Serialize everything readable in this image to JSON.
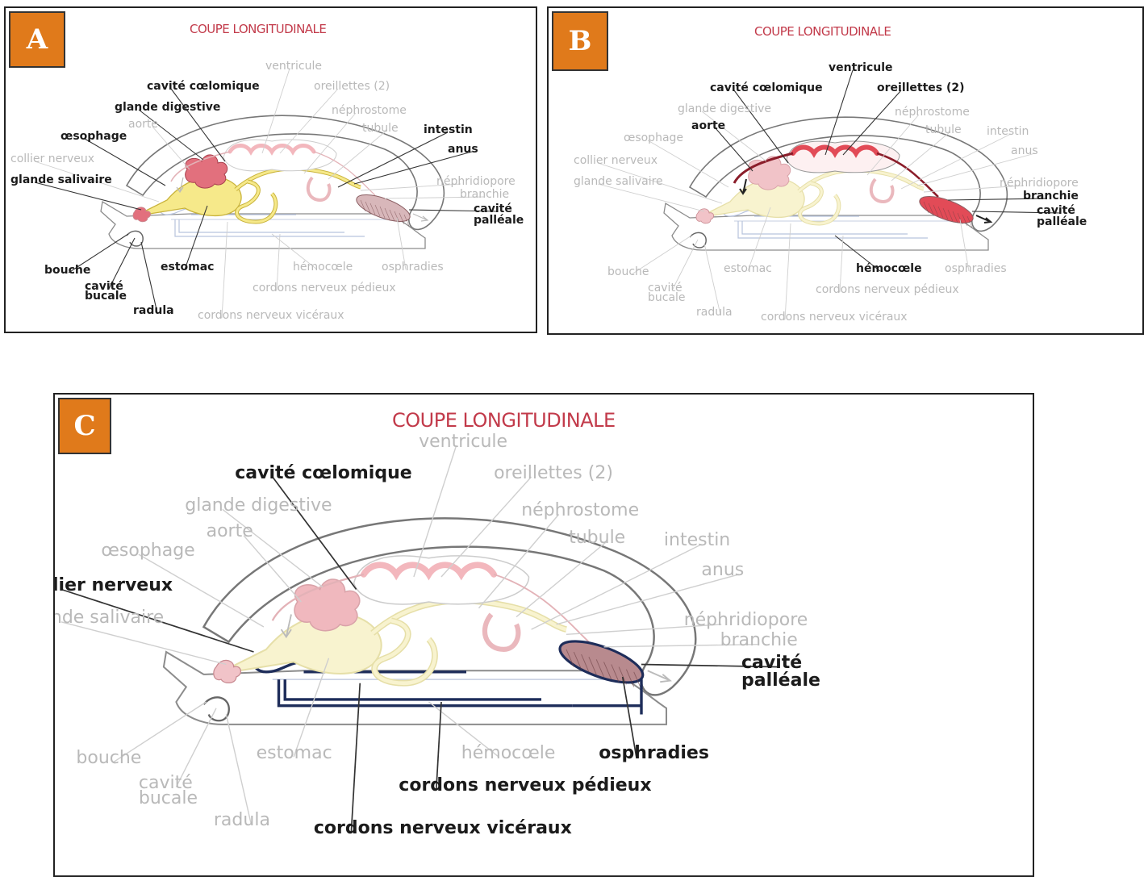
{
  "panels": [
    {
      "id": "A",
      "badge": "A",
      "title": "COUPE LONGITUDINALE",
      "labels": {
        "ventricule": "ventricule",
        "cavite_coelomique": "cavité cœlomique",
        "oreillettes": "oreillettes (2)",
        "glande_digestive": "glande digestive",
        "nephrostome": "néphrostome",
        "aorte": "aorte",
        "tubule": "tubule",
        "intestin": "intestin",
        "oesophage": "œsophage",
        "anus": "anus",
        "collier_nerveux": "collier nerveux",
        "glande_salivaire": "glande salivaire",
        "nephridiopore": "néphridiopore",
        "branchie": "branchie",
        "cavite_palleale_1": "cavité",
        "cavite_palleale_2": "palléale",
        "bouche": "bouche",
        "estomac": "estomac",
        "hemocoele": "hémocœle",
        "osphradies": "osphradies",
        "cavite_bucale_1": "cavité",
        "cavite_bucale_2": "bucale",
        "cordons_pedieux": "cordons nerveux pédieux",
        "radula": "radula",
        "cordons_visceraux": "cordons nerveux vicéraux"
      },
      "highlighted": [
        "cavite_coelomique",
        "glande_digestive",
        "intestin",
        "oesophage",
        "anus",
        "glande_salivaire",
        "cavite_palleale",
        "bouche",
        "estomac",
        "cavite_bucale",
        "radula"
      ]
    },
    {
      "id": "B",
      "badge": "B",
      "title": "COUPE LONGITUDINALE",
      "labels": {
        "ventricule": "ventricule",
        "cavite_coelomique": "cavité cœlomique",
        "oreillettes": "oreillettes (2)",
        "glande_digestive": "glande digestive",
        "nephrostome": "néphrostome",
        "aorte": "aorte",
        "tubule": "tubule",
        "intestin": "intestin",
        "oesophage": "œsophage",
        "anus": "anus",
        "collier_nerveux": "collier nerveux",
        "glande_salivaire": "glande salivaire",
        "nephridiopore": "néphridiopore",
        "branchie": "branchie",
        "cavite_palleale_1": "cavité",
        "cavite_palleale_2": "palléale",
        "bouche": "bouche",
        "estomac": "estomac",
        "hemocoele": "hémocœle",
        "osphradies": "osphradies",
        "cavite_bucale_1": "cavité",
        "cavite_bucale_2": "bucale",
        "cordons_pedieux": "cordons nerveux pédieux",
        "radula": "radula",
        "cordons_visceraux": "cordons nerveux vicéraux"
      },
      "highlighted": [
        "ventricule",
        "cavite_coelomique",
        "oreillettes",
        "aorte",
        "branchie",
        "cavite_palleale",
        "hemocoele"
      ]
    },
    {
      "id": "C",
      "badge": "C",
      "title": "COUPE LONGITUDINALE",
      "labels": {
        "ventricule": "ventricule",
        "cavite_coelomique": "cavité cœlomique",
        "oreillettes": "oreillettes (2)",
        "glande_digestive": "glande digestive",
        "nephrostome": "néphrostome",
        "aorte": "aorte",
        "tubule": "tubule",
        "intestin": "intestin",
        "oesophage": "œsophage",
        "anus": "anus",
        "collier_nerveux": "collier nerveux",
        "glande_salivaire": "glande salivaire",
        "nephridiopore": "néphridiopore",
        "branchie": "branchie",
        "cavite_palleale_1": "cavité",
        "cavite_palleale_2": "palléale",
        "bouche": "bouche",
        "estomac": "estomac",
        "hemocoele": "hémocœle",
        "osphradies": "osphradies",
        "cavite_bucale_1": "cavité",
        "cavite_bucale_2": "bucale",
        "cordons_pedieux": "cordons nerveux pédieux",
        "radula": "radula",
        "cordons_visceraux": "cordons nerveux vicéraux"
      },
      "highlighted": [
        "cavite_coelomique",
        "collier_nerveux",
        "cavite_palleale",
        "osphradies",
        "cordons_pedieux",
        "cordons_visceraux"
      ]
    }
  ],
  "colors": {
    "badge": "#e07a1b",
    "title": "#c23a4a",
    "highlight_text": "#1b1b1b",
    "dim_text": "#b9b9b9",
    "digestive": "#f6e98a",
    "heart": "#e24b57",
    "gland": "#e9858f",
    "nerve": "#1e2d5a"
  }
}
